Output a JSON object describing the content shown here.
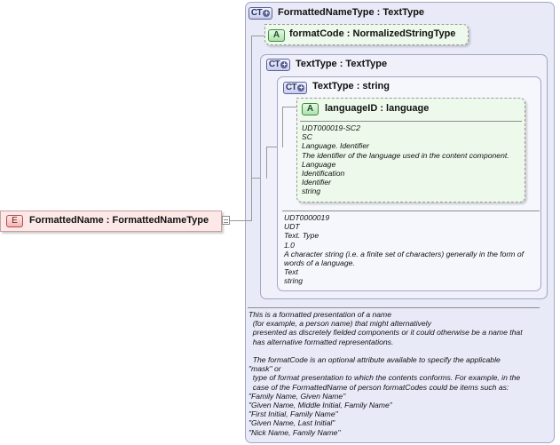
{
  "element": {
    "badge": "E",
    "label": "FormattedName : FormattedNameType"
  },
  "complex_type_outer": {
    "badge": "CT",
    "label": "FormattedNameType : TextType"
  },
  "attribute_format_code": {
    "badge": "A",
    "label": "formatCode : NormalizedStringType"
  },
  "complex_type_text": {
    "badge": "CT",
    "label": "TextType : TextType"
  },
  "complex_type_string": {
    "badge": "CT",
    "label": "TextType : string"
  },
  "attribute_language_id": {
    "badge": "A",
    "label": "languageID : language",
    "doc_lines": [
      "UDT000019-SC2",
      "SC",
      "Language. Identifier",
      "The identifier of the language used in the content component.",
      "Language",
      "Identification",
      "Identifier",
      "string"
    ]
  },
  "text_type_doc_lines": [
    "UDT0000019",
    "UDT",
    "Text. Type",
    "1.0",
    "A character string (i.e. a finite set of characters) generally in the form of",
    "words of a language.",
    "Text",
    "string"
  ],
  "formatted_name_doc_lines": [
    "This is a formatted presentation of a name",
    "  (for example, a person name) that might alternatively",
    "  presented as discretely fielded components or it could otherwise be a name that",
    "  has alternative formatted representations.",
    "",
    "  The formatCode is an optional attribute available to specify the applicable",
    "\"mask\" or",
    "  type of format presentation to which the contents conforms. For example, in the",
    "  case of the FormattedName of person formatCodes could be items such as:",
    "\"Family Name, Given Name\"",
    "\"Given Name, Middle Initial, Family Name\"",
    "\"First Initial, Family Name\"",
    "\"Given Name, Last Initial\"",
    "\"Nick Name, Family Name\""
  ]
}
